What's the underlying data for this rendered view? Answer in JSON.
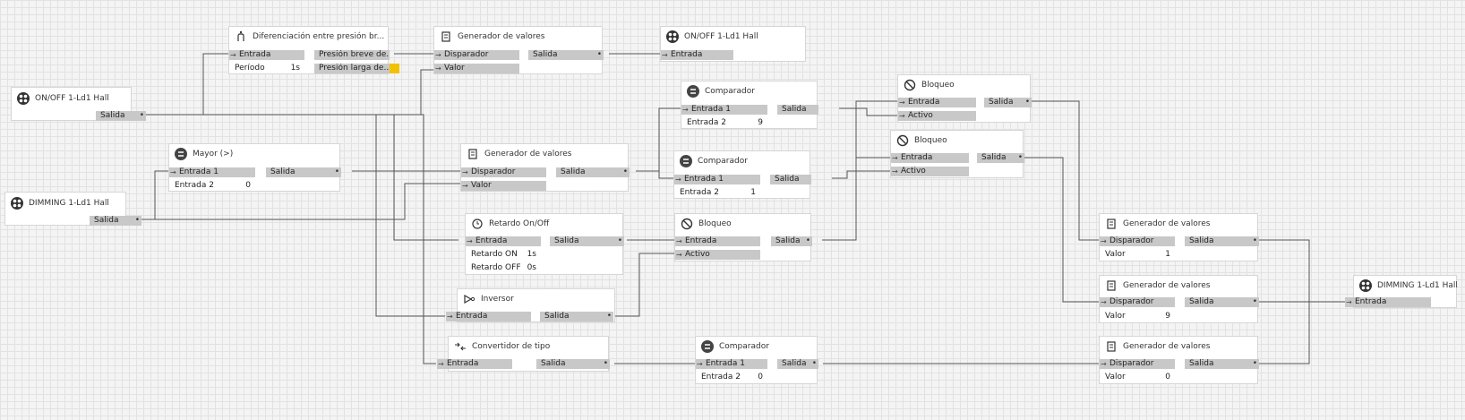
{
  "wire_color": "#555555",
  "blocks": {
    "b1": {
      "title": "Diferenciación entre presión br...",
      "icon": "hand-press-icon",
      "p0": "Entrada",
      "p1": "Período",
      "p1v": "1s",
      "p2": "Presión breve de...",
      "p3": "Presión larga de..."
    },
    "b2": {
      "title": "Generador de valores",
      "icon": "value-generator-icon",
      "p0": "Disparador",
      "p1": "Valor",
      "p2": "Salida"
    },
    "b3": {
      "title": "ON/OFF 1-Ld1 Hall",
      "icon": "light-node-icon",
      "p0": "Entrada"
    },
    "b4": {
      "title": "ON/OFF 1-Ld1 Hall",
      "icon": "light-node-icon",
      "p0": "Salida"
    },
    "b5": {
      "title": "Mayor (>)",
      "icon": "greater-than-icon",
      "p0": "Entrada 1",
      "p1": "Entrada 2",
      "p1v": "0",
      "p2": "Salida"
    },
    "b6": {
      "title": "DIMMING 1-Ld1 Hall",
      "icon": "light-node-icon",
      "p0": "Salida"
    },
    "b7": {
      "title": "Generador de valores",
      "icon": "value-generator-icon",
      "p0": "Disparador",
      "p1": "Valor",
      "p2": "Salida"
    },
    "b8": {
      "title": "Comparador",
      "icon": "equals-icon",
      "p0": "Entrada 1",
      "p1": "Entrada 2",
      "p1v": "9",
      "p2": "Salida"
    },
    "b9": {
      "title": "Comparador",
      "icon": "equals-icon",
      "p0": "Entrada 1",
      "p1": "Entrada 2",
      "p1v": "1",
      "p2": "Salida"
    },
    "b10": {
      "title": "Bloqueo",
      "icon": "block-icon",
      "p0": "Entrada",
      "p1": "Activo",
      "p2": "Salida"
    },
    "b11": {
      "title": "Bloqueo",
      "icon": "block-icon",
      "p0": "Entrada",
      "p1": "Activo",
      "p2": "Salida"
    },
    "b12": {
      "title": "Retardo On/Off",
      "icon": "delay-icon",
      "p0": "Entrada",
      "p1": "Retardo ON",
      "p1v": "1s",
      "p2": "Retardo OFF",
      "p2v": "0s",
      "p3": "Salida"
    },
    "b13": {
      "title": "Bloqueo",
      "icon": "block-icon",
      "p0": "Entrada",
      "p1": "Activo",
      "p2": "Salida"
    },
    "b14": {
      "title": "Inversor",
      "icon": "inverter-icon",
      "p0": "Entrada",
      "p1": "Salida"
    },
    "b15": {
      "title": "Convertidor de tipo",
      "icon": "type-converter-icon",
      "p0": "Entrada",
      "p1": "Salida"
    },
    "b16": {
      "title": "Comparador",
      "icon": "equals-icon",
      "p0": "Entrada 1",
      "p1": "Entrada 2",
      "p1v": "0",
      "p2": "Salida"
    },
    "b17": {
      "title": "Generador de valores",
      "icon": "value-generator-icon",
      "p0": "Disparador",
      "p1": "Valor",
      "p1v": "1",
      "p2": "Salida"
    },
    "b18": {
      "title": "Generador de valores",
      "icon": "value-generator-icon",
      "p0": "Disparador",
      "p1": "Valor",
      "p1v": "9",
      "p2": "Salida"
    },
    "b19": {
      "title": "Generador de valores",
      "icon": "value-generator-icon",
      "p0": "Disparador",
      "p1": "Valor",
      "p1v": "0",
      "p2": "Salida"
    },
    "b20": {
      "title": "DIMMING 1-Ld1 Hall",
      "icon": "light-node-icon",
      "p0": "Entrada"
    }
  }
}
